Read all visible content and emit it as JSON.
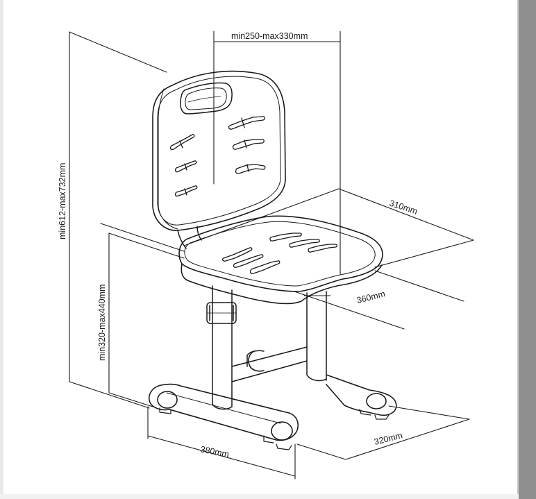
{
  "dimensions": {
    "backrest_width": "min250-max330mm",
    "total_height": "min612-max732mm",
    "seat_height": "min320-max440mm",
    "seat_depth": "310mm",
    "seat_width": "360mm",
    "base_width": "380mm",
    "base_depth": "320mm"
  },
  "colors": {
    "line": "#1a1a1a",
    "frame": "#8f8f8f"
  }
}
